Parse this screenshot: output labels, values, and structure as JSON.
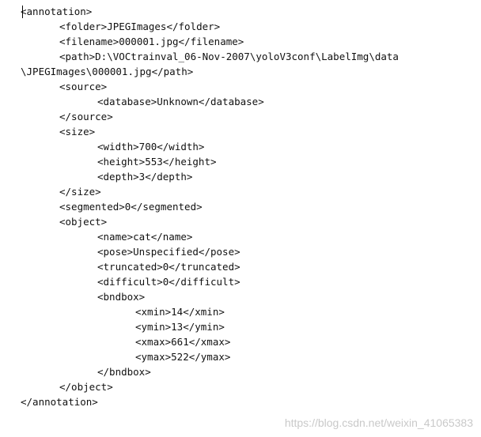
{
  "document": {
    "lines": [
      "<annotation>",
      "<folder>JPEGImages</folder>",
      "<filename>000001.jpg</filename>",
      "<path>D:\\VOCtrainval_06-Nov-2007\\yoloV3conf\\LabelImg\\data",
      "\\JPEGImages\\000001.jpg</path>",
      "<source>",
      "<database>Unknown</database>",
      "</source>",
      "<size>",
      "<width>700</width>",
      "<height>553</height>",
      "<depth>3</depth>",
      "</size>",
      "<segmented>0</segmented>",
      "<object>",
      "<name>cat</name>",
      "<pose>Unspecified</pose>",
      "<truncated>0</truncated>",
      "<difficult>0</difficult>",
      "<bndbox>",
      "<xmin>14</xmin>",
      "<ymin>13</ymin>",
      "<xmax>661</xmax>",
      "<ymax>522</ymax>",
      "</bndbox>",
      "</object>",
      "</annotation>"
    ]
  },
  "watermark": "https://blog.csdn.net/weixin_41065383"
}
